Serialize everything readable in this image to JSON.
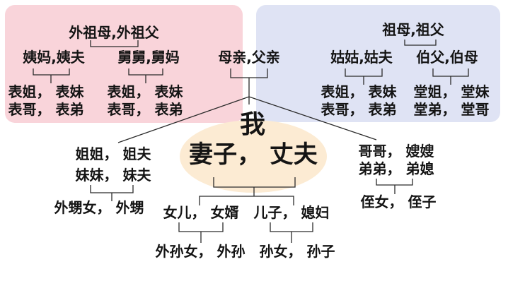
{
  "colors": {
    "maternal_box": "#f9d4da",
    "paternal_box": "#dfe3f4",
    "self_ellipse": "#fcebd3",
    "connector": "#2b2b2b",
    "text": "#141414",
    "background": "#ffffff"
  },
  "labels": {
    "self": "我",
    "spouse": "妻子， 丈夫",
    "parents": "母亲,父亲",
    "maternal_grandparents": "外祖母,外祖父",
    "maternal_aunt_couple": "姨妈,姨夫",
    "maternal_uncle_couple": "舅舅,舅妈",
    "maternal_aunt_cousins_f": "表姐， 表妹",
    "maternal_aunt_cousins_m": "表哥， 表弟",
    "maternal_uncle_cousins_f": "表姐， 表妹",
    "maternal_uncle_cousins_m": "表哥， 表弟",
    "paternal_grandparents": "祖母,祖父",
    "paternal_aunt_couple": "姑姑,姑夫",
    "paternal_uncle_couple": "伯父,伯母",
    "paternal_aunt_cousins_f": "表姐， 表妹",
    "paternal_aunt_cousins_m": "表哥， 表弟",
    "paternal_uncle_cousins_f": "堂姐， 堂妹",
    "paternal_uncle_cousins_m": "堂弟， 堂哥",
    "older_sister_couple": "姐姐， 姐夫",
    "younger_sister_couple": "妹妹， 妹夫",
    "sororal_niblings": "外甥女， 外甥",
    "older_brother_couple": "哥哥， 嫂嫂",
    "younger_brother_couple": "弟弟， 弟媳",
    "fraternal_niblings": "侄女， 侄子",
    "daughter_couple": "女儿， 女婿",
    "son_couple": "儿子， 媳妇",
    "daughter_grandchildren": "外孙女， 外孙",
    "son_grandchildren": "孙女， 孙子"
  }
}
